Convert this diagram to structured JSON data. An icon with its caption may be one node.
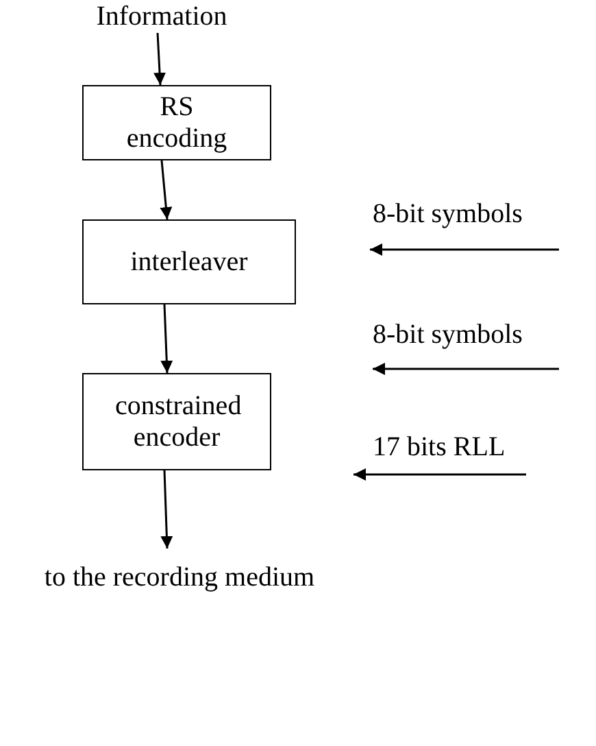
{
  "diagram": {
    "nodes": [
      {
        "text": [
          "Information"
        ]
      },
      {
        "text": [
          "RS encoding"
        ]
      },
      {
        "text": [
          "interleaver"
        ]
      },
      {
        "text": [
          "constrained encoder"
        ]
      },
      {
        "text": [
          "to the recording medium"
        ]
      }
    ],
    "edges": [
      {
        "from": 0,
        "to": 1,
        "arrow": "to"
      },
      {
        "from": 1,
        "to": 2,
        "arrow": "to"
      },
      {
        "from": 2,
        "to": 3,
        "arrow": "to"
      },
      {
        "from": 3,
        "to": 4,
        "arrow": "to"
      }
    ],
    "labels": [
      "8-bit symbols",
      "8-bit symbols",
      "17 bits RLL"
    ]
  }
}
